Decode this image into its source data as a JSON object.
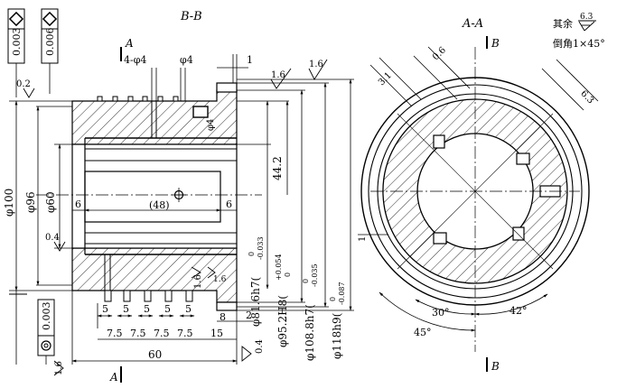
{
  "views": {
    "section_bb": "B-B",
    "section_aa": "A-A"
  },
  "section_marks": {
    "a_top": "A",
    "a_bottom": "A",
    "b_top": "B",
    "b_bottom": "B"
  },
  "notes": {
    "rest_prefix": "其余",
    "rest_value": "6.3",
    "chamfer": "倒角1×45°"
  },
  "tolerance_frames": {
    "left_top": "0.003",
    "second_top": "0.006",
    "bottom_left": "0.003"
  },
  "roughness": {
    "r1": "0.2",
    "r2": "0.4",
    "r3": "1.6",
    "r4": "1.6",
    "r5": "1.6",
    "r6": "1.6",
    "r7": "0.4",
    "r8": "1.6",
    "aa_left": "3.1",
    "aa_mid": "0.6",
    "aa_right": "6.3"
  },
  "dimensions": {
    "holes4": "4-φ4",
    "hole1": "φ4",
    "top_1": "1",
    "phi4_side": "φ4",
    "phi100": "φ100",
    "phi96": "φ96",
    "phi60": "φ60",
    "left6": "6",
    "right6": "6",
    "len48": "(48)",
    "d44_2": "44.2",
    "phi81": "φ81.6h7(",
    "phi81_up": "0",
    "phi81_lo": "-0.033",
    "phi95": "φ95.2H8(",
    "phi95_up": "+0.054",
    "phi95_lo": "0",
    "phi108": "φ108.8h7(",
    "phi108_up": "0",
    "phi108_lo": "-0.035",
    "phi118": "φ118h9(",
    "phi118_up": "0",
    "phi118_lo": "-0.087",
    "slot5": [
      "5",
      "5",
      "5",
      "5",
      "5"
    ],
    "pitch": [
      "7.5",
      "7.5",
      "7.5",
      "7.5"
    ],
    "d15": "15",
    "d8": "8",
    "d2": "2",
    "d60": "60",
    "aa_1": "1",
    "ang30": "30°",
    "ang42": "42°",
    "ang45": "45°"
  }
}
